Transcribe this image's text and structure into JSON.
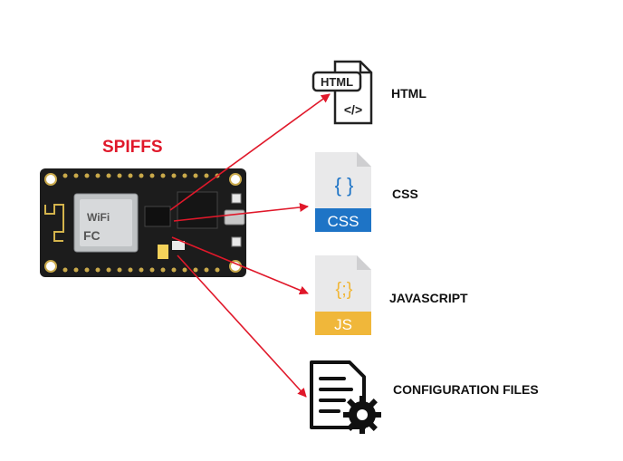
{
  "diagram": {
    "title": "SPIFFS",
    "title_color": "#e0182a",
    "arrow_color": "#e0182a",
    "board": {
      "wifi_badge": "WiFi",
      "fcc_badge": "FC"
    },
    "targets": [
      {
        "label": "HTML",
        "icon": "html-file-icon",
        "icon_text": "HTML",
        "icon_code": "</>"
      },
      {
        "label": "CSS",
        "icon": "css-file-icon",
        "icon_text": "CSS",
        "icon_code": "{ }"
      },
      {
        "label": "JAVASCRIPT",
        "icon": "js-file-icon",
        "icon_text": "JS",
        "icon_code": "{;}"
      },
      {
        "label": "CONFIGURATION FILES",
        "icon": "config-file-icon"
      }
    ]
  }
}
